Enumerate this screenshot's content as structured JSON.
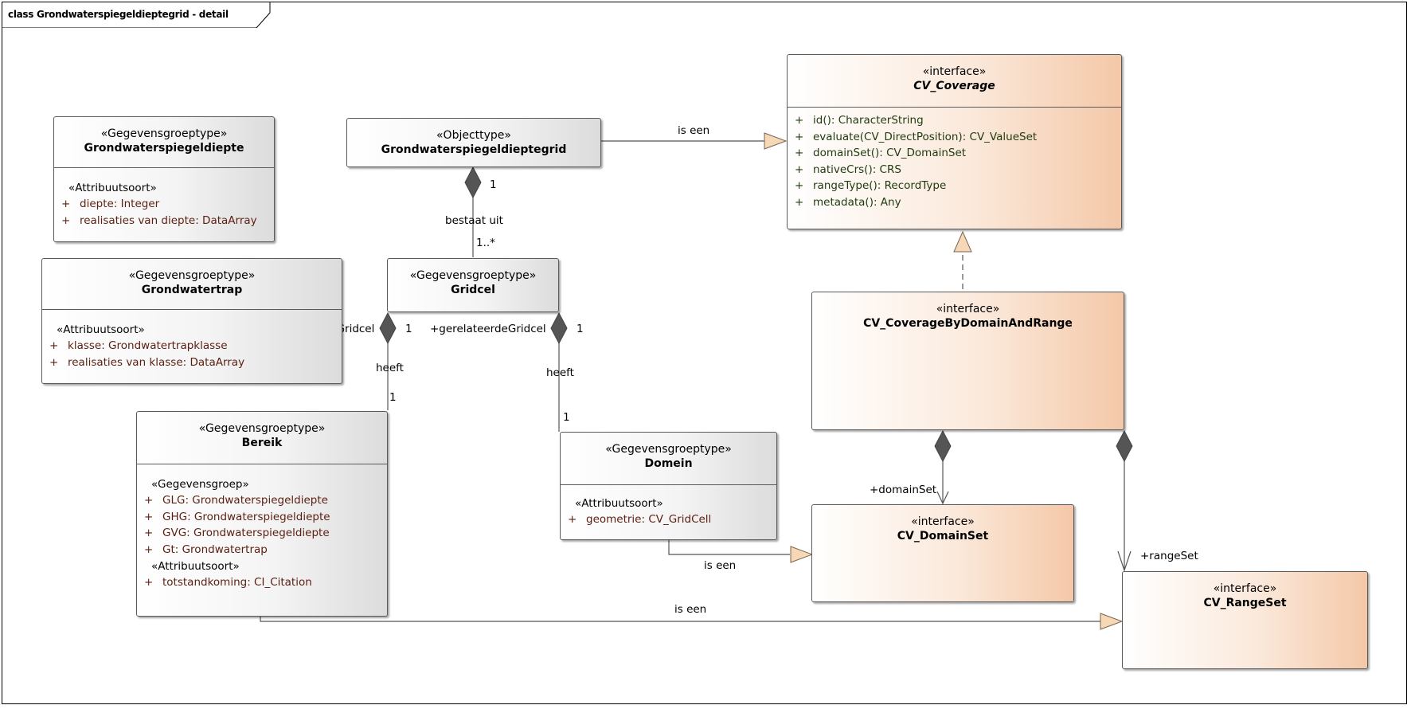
{
  "frame": {
    "title": "class Grondwaterspiegeldieptegrid - detail"
  },
  "classes": {
    "grondwaterspiegeldiepte": {
      "stereotype": "«Gegevensgroeptype»",
      "name": "Grondwaterspiegeldiepte",
      "section": "«Attribuutsoort»",
      "attributes": [
        "diepte: Integer",
        "realisaties van diepte: DataArray"
      ]
    },
    "grondwatertrap": {
      "stereotype": "«Gegevensgroeptype»",
      "name": "Grondwatertrap",
      "section": "«Attribuutsoort»",
      "attributes": [
        "klasse: Grondwatertrapklasse",
        "realisaties van klasse: DataArray"
      ]
    },
    "grid": {
      "stereotype": "«Objecttype»",
      "name": "Grondwaterspiegeldieptegrid"
    },
    "gridcel": {
      "stereotype": "«Gegevensgroeptype»",
      "name": "Gridcel"
    },
    "bereik": {
      "stereotype": "«Gegevensgroeptype»",
      "name": "Bereik",
      "section1": "«Gegevensgroep»",
      "groups": [
        "GLG: Grondwaterspiegeldiepte",
        "GHG: Grondwaterspiegeldiepte",
        "GVG: Grondwaterspiegeldiepte",
        "Gt: Grondwatertrap"
      ],
      "section2": "«Attribuutsoort»",
      "attributes": [
        "totstandkoming: CI_Citation"
      ]
    },
    "domein": {
      "stereotype": "«Gegevensgroeptype»",
      "name": "Domein",
      "section": "«Attribuutsoort»",
      "attributes": [
        "geometrie: CV_GridCell"
      ]
    },
    "cv_coverage": {
      "stereotype": "«interface»",
      "name": "CV_Coverage",
      "operations": [
        "id(): CharacterString",
        "evaluate(CV_DirectPosition): CV_ValueSet",
        "domainSet(): CV_DomainSet",
        "nativeCrs(): CRS",
        "rangeType(): RecordType",
        "metadata(): Any"
      ]
    },
    "cv_coverage_by_domain_and_range": {
      "stereotype": "«interface»",
      "name": "CV_CoverageByDomainAndRange"
    },
    "cv_domainset": {
      "stereotype": "«interface»",
      "name": "CV_DomainSet"
    },
    "cv_rangeset": {
      "stereotype": "«interface»",
      "name": "CV_RangeSet"
    }
  },
  "visibility_symbol": "+",
  "edge_labels": {
    "grid_is_een": "is een",
    "bestaat_uit": "bestaat uit",
    "bestaat_uit_source_mult": "1",
    "bestaat_uit_target_mult": "1..*",
    "gerelateerd_gridcel_role": "+gerelateerdGridcel",
    "gerelateerd_gridcel_mult": "1",
    "heeft_bereik": "heeft",
    "heeft_bereik_mult": "1",
    "gerelateerde_gridcel_role": "+gerelateerdeGridcel",
    "gerelateerde_gridcel_mult": "1",
    "heeft_domein": "heeft",
    "heeft_domein_mult": "1",
    "domein_is_een": "is een",
    "bereik_is_een": "is een",
    "domain_set_role": "+domainSet",
    "range_set_role": "+rangeSet"
  },
  "colors": {
    "gray_class_fill": "#dcdcdc",
    "interface_fill": "#f4c8a8",
    "attribute_text": "#5b1e10",
    "operation_text": "#1e3a0e",
    "line": "#555555"
  }
}
